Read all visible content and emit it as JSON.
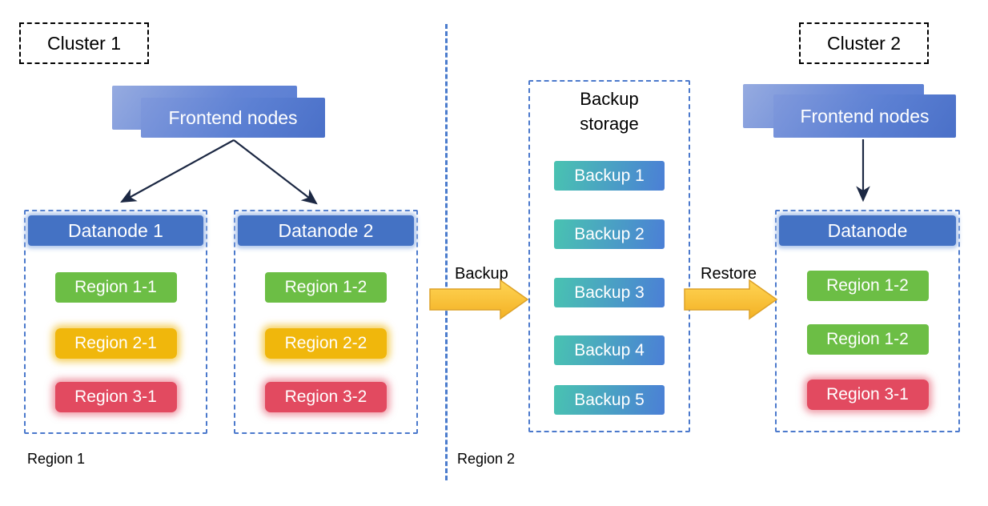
{
  "diagram": {
    "cluster1": {
      "label": "Cluster 1",
      "frontend": "Frontend nodes",
      "datanode1": {
        "title": "Datanode 1",
        "regions": [
          "Region 1-1",
          "Region 2-1",
          "Region 3-1"
        ]
      },
      "datanode2": {
        "title": "Datanode 2",
        "regions": [
          "Region 1-2",
          "Region 2-2",
          "Region 3-2"
        ]
      }
    },
    "backup_storage": {
      "title": "Backup\nstorage",
      "items": [
        "Backup 1",
        "Backup 2",
        "Backup 3",
        "Backup 4",
        "Backup 5"
      ]
    },
    "cluster2": {
      "label": "Cluster 2",
      "frontend": "Frontend nodes",
      "datanode": {
        "title": "Datanode",
        "regions": [
          "Region 1-2",
          "Region 1-2",
          "Region 3-1"
        ]
      }
    },
    "flow": {
      "backup": "Backup",
      "restore": "Restore"
    },
    "footnotes": {
      "region1": "Region 1",
      "region2": "Region 2"
    },
    "colors": {
      "node_blue": "#4472c4",
      "frontend_gradient_from": "#96abe0",
      "frontend_gradient_to": "#4a70c8",
      "region_green": "#6cbe45",
      "region_yellow": "#f0b70c",
      "region_red": "#e24a60",
      "backup_gradient_from": "#49c3b1",
      "backup_gradient_to": "#4b7fd6",
      "arrow_gold": "#fbc02d",
      "dashed_blue": "#4b79cc",
      "arrow_dark": "#1c2843"
    }
  }
}
